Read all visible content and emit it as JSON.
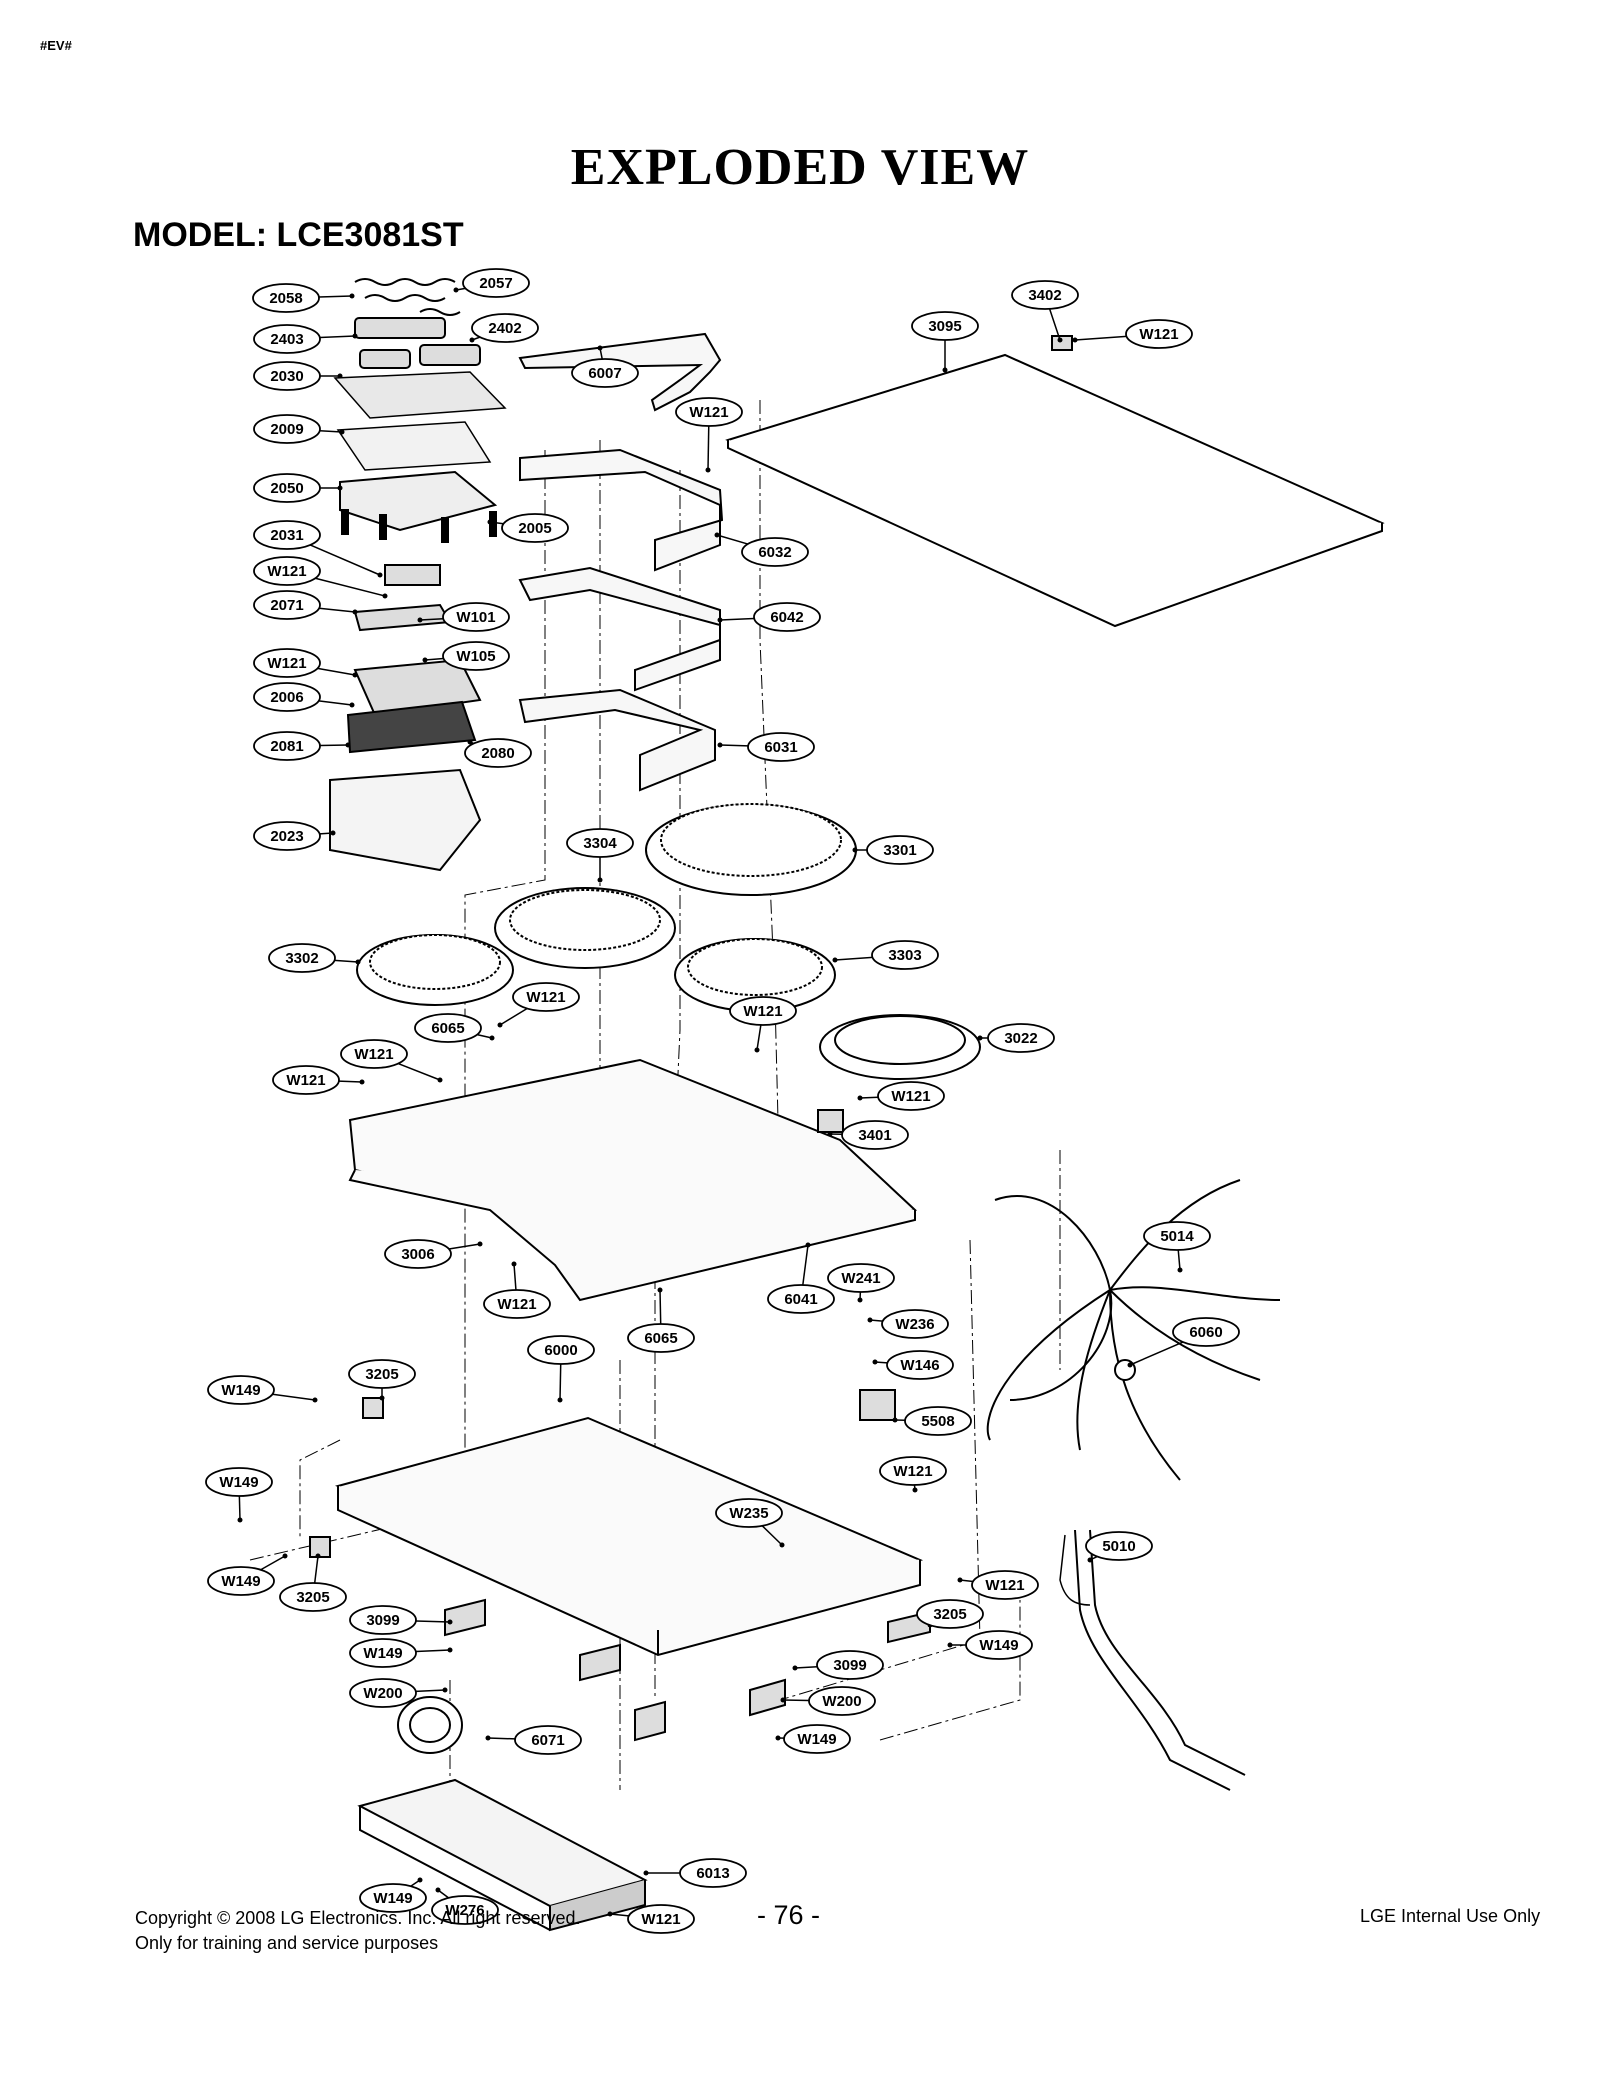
{
  "doc_tag": "#EV#",
  "title": "EXPLODED VIEW",
  "model_label": "MODEL: LCE3081ST",
  "footer": {
    "copyright": "Copyright © 2008 LG Electronics. Inc. All right reserved.",
    "purpose": "Only for training and service purposes",
    "page_number": "- 76 -",
    "internal": "LGE Internal Use Only"
  },
  "callouts": [
    {
      "id": "c1",
      "text": "2058"
    },
    {
      "id": "c2",
      "text": "2057"
    },
    {
      "id": "c3",
      "text": "2402"
    },
    {
      "id": "c4",
      "text": "2403"
    },
    {
      "id": "c5",
      "text": "2030"
    },
    {
      "id": "c6",
      "text": "2009"
    },
    {
      "id": "c7",
      "text": "2050"
    },
    {
      "id": "c8",
      "text": "2031"
    },
    {
      "id": "c9",
      "text": "2005"
    },
    {
      "id": "c10",
      "text": "W121"
    },
    {
      "id": "c11",
      "text": "2071"
    },
    {
      "id": "c12",
      "text": "W101"
    },
    {
      "id": "c13",
      "text": "W105"
    },
    {
      "id": "c14",
      "text": "W121"
    },
    {
      "id": "c15",
      "text": "2006"
    },
    {
      "id": "c16",
      "text": "2081"
    },
    {
      "id": "c17",
      "text": "2080"
    },
    {
      "id": "c18",
      "text": "2023"
    },
    {
      "id": "c19",
      "text": "6007"
    },
    {
      "id": "c20",
      "text": "W121"
    },
    {
      "id": "c21",
      "text": "6032"
    },
    {
      "id": "c22",
      "text": "6042"
    },
    {
      "id": "c23",
      "text": "6031"
    },
    {
      "id": "c24",
      "text": "3402"
    },
    {
      "id": "c25",
      "text": "3095"
    },
    {
      "id": "c26",
      "text": "W121"
    },
    {
      "id": "c27",
      "text": "3304"
    },
    {
      "id": "c28",
      "text": "3301"
    },
    {
      "id": "c29",
      "text": "3302"
    },
    {
      "id": "c30",
      "text": "3303"
    },
    {
      "id": "c31",
      "text": "W121"
    },
    {
      "id": "c32",
      "text": "6065"
    },
    {
      "id": "c33",
      "text": "W121"
    },
    {
      "id": "c34",
      "text": "W121"
    },
    {
      "id": "c35",
      "text": "W121"
    },
    {
      "id": "c36",
      "text": "3022"
    },
    {
      "id": "c37",
      "text": "W121"
    },
    {
      "id": "c38",
      "text": "3401"
    },
    {
      "id": "c39",
      "text": "5014"
    },
    {
      "id": "c40",
      "text": "3006"
    },
    {
      "id": "c41",
      "text": "W121"
    },
    {
      "id": "c42",
      "text": "W241"
    },
    {
      "id": "c43",
      "text": "6041"
    },
    {
      "id": "c44",
      "text": "6065"
    },
    {
      "id": "c45",
      "text": "W236"
    },
    {
      "id": "c46",
      "text": "6060"
    },
    {
      "id": "c47",
      "text": "6000"
    },
    {
      "id": "c48",
      "text": "W146"
    },
    {
      "id": "c49",
      "text": "3205"
    },
    {
      "id": "c50",
      "text": "W149"
    },
    {
      "id": "c51",
      "text": "5508"
    },
    {
      "id": "c52",
      "text": "W121"
    },
    {
      "id": "c53",
      "text": "W149"
    },
    {
      "id": "c54",
      "text": "W235"
    },
    {
      "id": "c55",
      "text": "5010"
    },
    {
      "id": "c56",
      "text": "W149"
    },
    {
      "id": "c57",
      "text": "3205"
    },
    {
      "id": "c58",
      "text": "W121"
    },
    {
      "id": "c59",
      "text": "3205"
    },
    {
      "id": "c60",
      "text": "3099"
    },
    {
      "id": "c61",
      "text": "W149"
    },
    {
      "id": "c62",
      "text": "W149"
    },
    {
      "id": "c63",
      "text": "3099"
    },
    {
      "id": "c64",
      "text": "W200"
    },
    {
      "id": "c65",
      "text": "W200"
    },
    {
      "id": "c66",
      "text": "6071"
    },
    {
      "id": "c67",
      "text": "W149"
    },
    {
      "id": "c68",
      "text": "6013"
    },
    {
      "id": "c69",
      "text": "W149"
    },
    {
      "id": "c70",
      "text": "W276"
    },
    {
      "id": "c71",
      "text": "W121"
    }
  ]
}
